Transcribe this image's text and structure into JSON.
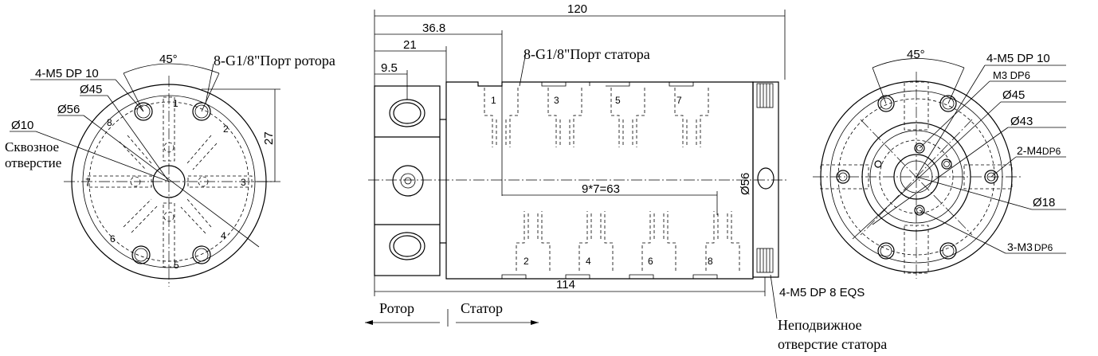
{
  "left_view": {
    "angle": "45°",
    "rotor_port": "8-G1/8\"Порт ротора",
    "bolt_holes": "4-M5 DP 10",
    "dia45": "Ø45",
    "dia56": "Ø56",
    "dia10": "Ø10",
    "through_hole_line1": "Сквозное",
    "through_hole_line2": "отверстие",
    "height_27": "27",
    "ports": [
      "1",
      "2",
      "3",
      "4",
      "5",
      "6",
      "7",
      "8"
    ]
  },
  "middle_view": {
    "total_length": "120",
    "dim_36_8": "36.8",
    "dim_21": "21",
    "dim_9_5": "9.5",
    "stator_port": "8-G1/8\"Порт статора",
    "pitch": "9*7=63",
    "dia56": "Ø56",
    "length_114": "114",
    "fixing_holes": "4-M5 DP 8 EQS",
    "top_ports": [
      "1",
      "3",
      "5",
      "7"
    ],
    "bottom_ports": [
      "2",
      "4",
      "6",
      "8"
    ],
    "rotor_label": "Ротор",
    "stator_label": "Статор",
    "fixing_note_line1": "Неподвижное",
    "fixing_note_line2": "отверстие статора"
  },
  "right_view": {
    "angle": "45°",
    "bolt_holes": "4-M5 DP 10",
    "m3_dp6": "M3  DP6",
    "dia45": "Ø45",
    "dia43": "Ø43",
    "m4_holes_prefix": "2-M4",
    "m4_holes_suffix": "DP6",
    "dia18": "Ø18",
    "m3_holes_prefix": "3-M3",
    "m3_holes_suffix": "DP6"
  }
}
